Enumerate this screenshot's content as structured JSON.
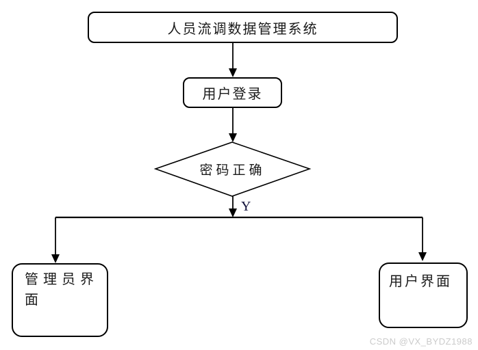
{
  "flowchart": {
    "title_node": {
      "label": "人员流调数据管理系统"
    },
    "login_node": {
      "label": "用户登录"
    },
    "decision_node": {
      "label": "密码正确"
    },
    "branch": {
      "label": "Y"
    },
    "admin_node": {
      "lines": [
        "管 理 员 界",
        "面"
      ],
      "full_label": "管理员界面"
    },
    "user_node": {
      "label": "用户界面"
    }
  },
  "watermark": {
    "text": "CSDN @VX_BYDZ1988",
    "color": "#cbcbcb"
  },
  "colors": {
    "line": "#000000",
    "background": "#ffffff",
    "node_fill": "#ffffff",
    "text": "#1a1a1a"
  }
}
